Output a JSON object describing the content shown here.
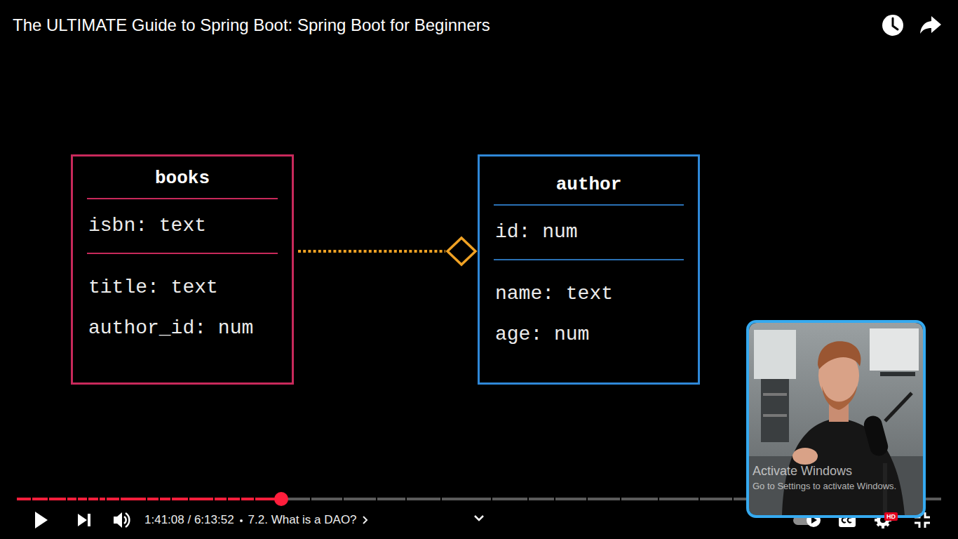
{
  "diagram": {
    "title": "The ULTIMATE Guide to Spring Boot: Spring Boot for Beginners",
    "nodes": [
      {
        "text": [
          "books",
          "isbn: text",
          "title: text",
          "author_id: num"
        ]
      },
      {
        "text": [
          "author",
          "id: num",
          "name: text",
          "age: num"
        ]
      }
    ],
    "edges": [
      {
        "from": 0,
        "to": 1,
        "arrow": "to"
      }
    ],
    "labels": [
      "1:41:08 / 6:13:52",
      "7.2. What is a DAO?",
      "HD",
      "Activate Windows",
      "Go to Settings to activate Windows."
    ]
  }
}
